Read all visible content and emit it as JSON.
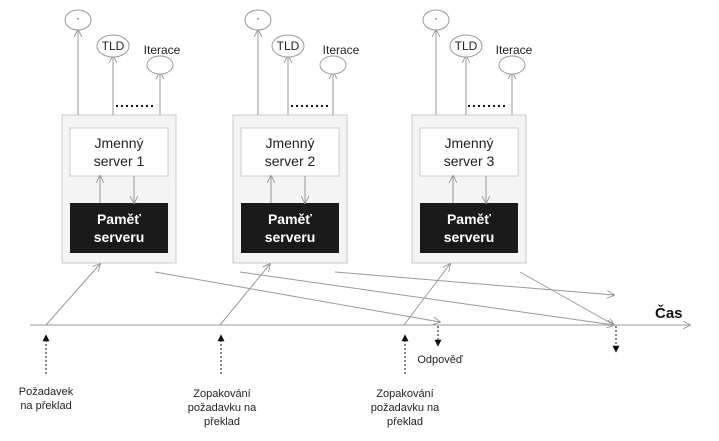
{
  "servers": [
    {
      "name_line1": "Jmenný",
      "name_line2": "server 1",
      "memory_line1": "Paměť",
      "memory_line2": "serveru",
      "targets": {
        "root": "·",
        "tld": "TLD",
        "iteration": "Iterace"
      }
    },
    {
      "name_line1": "Jmenný",
      "name_line2": "server 2",
      "memory_line1": "Paměť",
      "memory_line2": "serveru",
      "targets": {
        "root": "·",
        "tld": "TLD",
        "iteration": "Iterace"
      }
    },
    {
      "name_line1": "Jmenný",
      "name_line2": "server 3",
      "memory_line1": "Paměť",
      "memory_line2": "serveru",
      "targets": {
        "root": "·",
        "tld": "TLD",
        "iteration": "Iterace"
      }
    }
  ],
  "timeline": {
    "label": "Čas"
  },
  "events": [
    {
      "lines": [
        "Požadavek",
        "na překlad"
      ]
    },
    {
      "lines": [
        "Zopakování",
        "požadavku na",
        "překlad"
      ]
    },
    {
      "lines": [
        "Zopakování",
        "požadavku na",
        "překlad"
      ]
    }
  ],
  "response": {
    "label": "Odpověď"
  },
  "colors": {
    "line": "#aaaaaa",
    "memory_fill": "#1a1a1a",
    "server_fill": "#f4f4f4"
  }
}
